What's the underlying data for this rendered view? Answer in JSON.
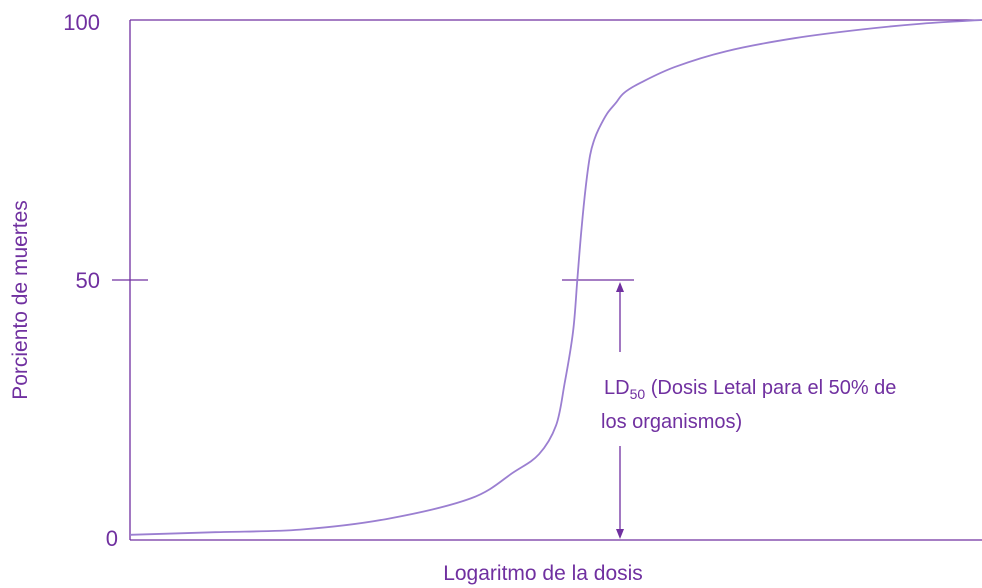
{
  "colors": {
    "accent": "#7030a0",
    "curve": "#9b7fd1",
    "axis": "#7030a0"
  },
  "chart_data": {
    "type": "line",
    "title": "",
    "xlabel": "Logaritmo de la dosis",
    "ylabel": "Porciento de muertes",
    "ylim": [
      0,
      100
    ],
    "yticks": [
      "0",
      "50",
      "100"
    ],
    "grid": false,
    "legend": "none",
    "x_ticks_visible": false,
    "xlim": [
      0,
      100
    ],
    "series": [
      {
        "x": [
          0,
          10,
          20,
          30,
          40,
          45,
          48,
          50,
          51,
          52,
          52.5,
          53,
          53.5,
          54,
          54.5,
          55,
          56,
          57,
          58,
          60,
          64,
          70,
          78,
          86,
          93,
          100
        ],
        "y": [
          1,
          1.5,
          2,
          4,
          8,
          13,
          16.5,
          22,
          30,
          40,
          50,
          60,
          68,
          74,
          77,
          79,
          82,
          84,
          86,
          88,
          91,
          94,
          96.5,
          98.2,
          99.3,
          100
        ]
      }
    ],
    "annotations": [
      {
        "text_main": "LD",
        "text_sub": "50",
        "text_rest": " (Dosis Letal para el 50% de",
        "text_line2": "los organismos)",
        "x": 56,
        "y_from": 0,
        "y_to": 50
      }
    ]
  }
}
